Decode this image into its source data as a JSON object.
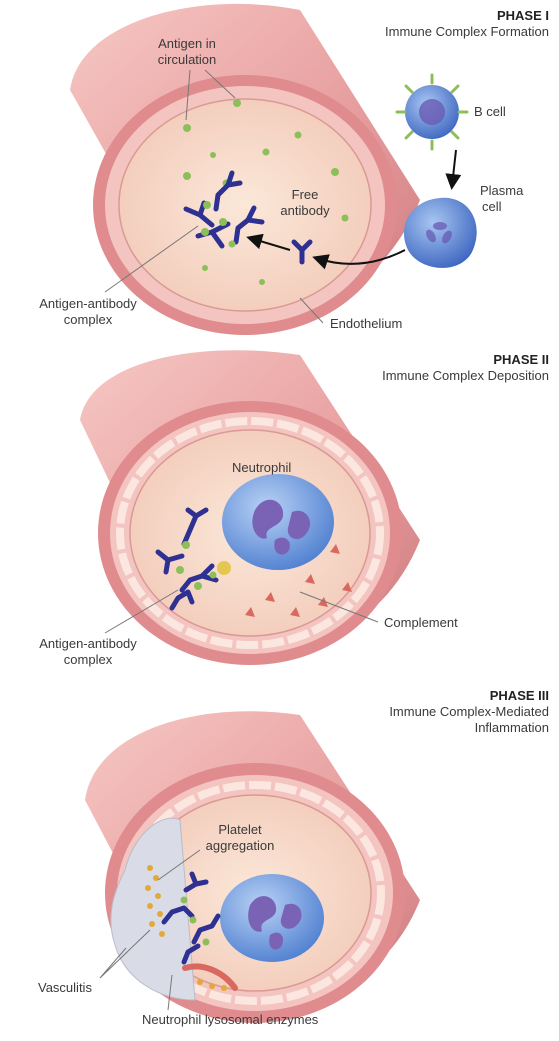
{
  "phases": [
    {
      "label": "PHASE I",
      "title": "Immune Complex Formation",
      "labels": {
        "antigen": [
          "Antigen in",
          "circulation"
        ],
        "b_cell": "B cell",
        "plasma_cell": [
          "Plasma",
          "cell"
        ],
        "free_antibody": [
          "Free",
          "antibody"
        ],
        "complex": [
          "Antigen-antibody",
          "complex"
        ],
        "endothelium": "Endothelium"
      }
    },
    {
      "label": "PHASE II",
      "title": "Immune Complex Deposition",
      "labels": {
        "neutrophil": "Neutrophil",
        "complex": [
          "Antigen-antibody",
          "complex"
        ],
        "complement": "Complement"
      }
    },
    {
      "label": "PHASE III",
      "title": [
        "Immune Complex-Mediated",
        "Inflammation"
      ],
      "labels": {
        "platelet": [
          "Platelet",
          "aggregation"
        ],
        "vasculitis": "Vasculitis",
        "enzymes": "Neutrophil lysosomal enzymes"
      }
    }
  ],
  "colors": {
    "vessel_wall": "#e9a3a3",
    "vessel_dark": "#c9676d",
    "lumen": "#f7dccb",
    "antigen": "#8cbf5a",
    "antibody": "#2e3192",
    "b_cell": "#4d77c9",
    "neutrophil": "#5f8fd6",
    "nucleus": "#7a63b5",
    "complement": "#d9695f",
    "platelet": "#e2a93a",
    "vasculitis": "#d9dce6"
  }
}
